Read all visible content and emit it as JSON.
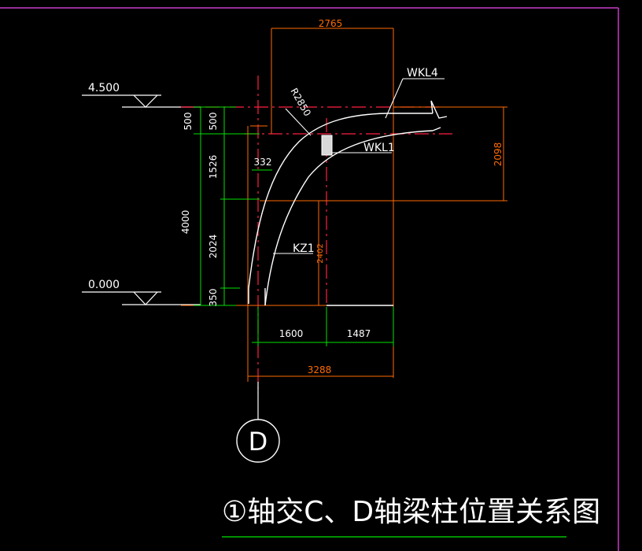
{
  "drawing": {
    "title": "①轴交C、D轴梁柱位置关系图",
    "axis_bubble": "D",
    "levels": {
      "top": "4.500",
      "bottom": "0.000"
    },
    "labels": {
      "beam_top": "WKL4",
      "beam_side": "WKL1",
      "column": "KZ1",
      "radius": "R2850"
    },
    "dims": {
      "top_width": "2765",
      "right_height": "2098",
      "left_total": "4000",
      "left_top_500": "500",
      "inner_500": "500",
      "inner_1526": "1526",
      "inner_2024": "2024",
      "inner_350": "350",
      "offset_332": "332",
      "vertical_2402": "2402",
      "bottom_1600": "1600",
      "bottom_1487": "1487",
      "bottom_total": "3288"
    }
  },
  "colors": {
    "background": "#000000",
    "border": "#c83cc8",
    "dimension_line": "#00e000",
    "dimension_text_orange": "#ff6a00",
    "centerline": "#ff2040",
    "geometry": "#ffffff",
    "title_underline": "#00c000"
  }
}
